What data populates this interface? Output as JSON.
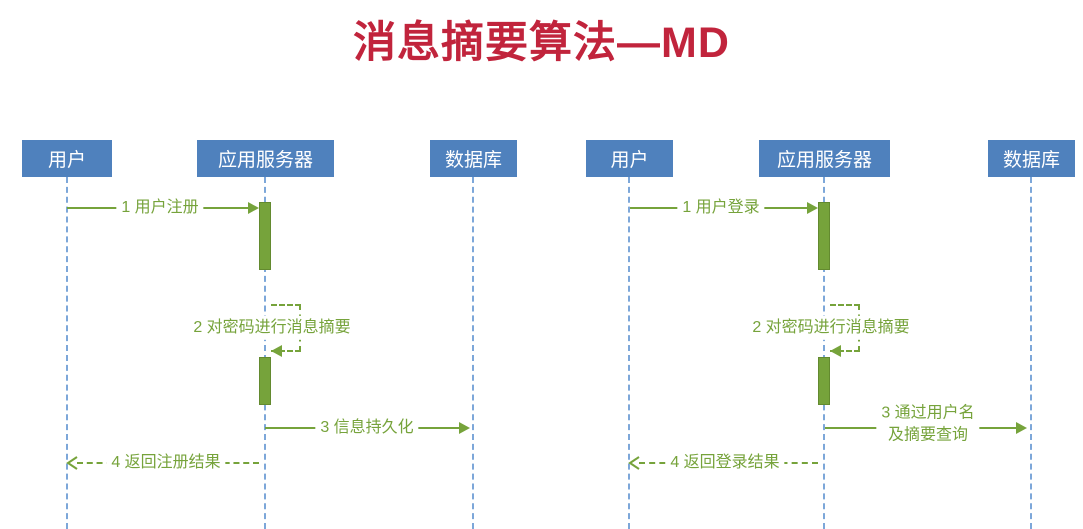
{
  "title": "消息摘要算法—MD",
  "colors": {
    "title_red": "#c1243c",
    "actor_blue": "#4f81bd",
    "lifeline_blue": "#7da7d9",
    "green": "#76a33b"
  },
  "diagrams": [
    {
      "actors": [
        {
          "label": "用户"
        },
        {
          "label": "应用服务器"
        },
        {
          "label": "数据库"
        }
      ],
      "messages": [
        {
          "label": "1 用户注册"
        },
        {
          "label": "2 对密码进行消息摘要"
        },
        {
          "label": "3 信息持久化"
        },
        {
          "label": "4 返回注册结果"
        }
      ]
    },
    {
      "actors": [
        {
          "label": "用户"
        },
        {
          "label": "应用服务器"
        },
        {
          "label": "数据库"
        }
      ],
      "messages": [
        {
          "label": "1 用户登录"
        },
        {
          "label": "2 对密码进行消息摘要"
        },
        {
          "label": "3 通过用户名\n及摘要查询"
        },
        {
          "label": "4 返回登录结果"
        }
      ]
    }
  ]
}
